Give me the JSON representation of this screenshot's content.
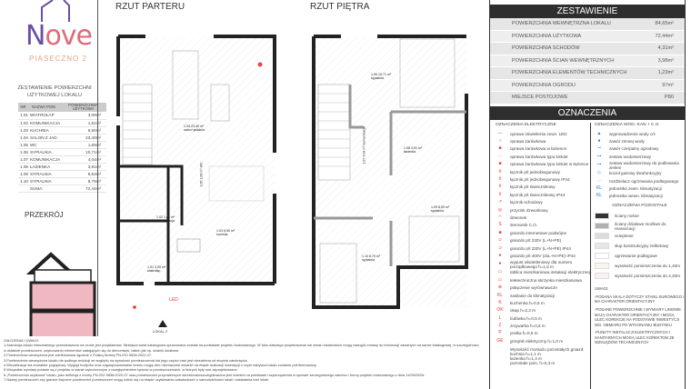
{
  "logo": {
    "brand": "Nove",
    "subtitle": "PIASECZNO 2"
  },
  "area_table": {
    "title": "ZESTAWIENIE POWIERZCHNI UŻYTKOWEJ LOKALU",
    "headers": [
      "NR",
      "NAZWA POM.",
      "POWIERZCHNIA UŻYTKOWA"
    ],
    "rows": [
      [
        "1.01",
        "WIATROŁAP",
        "3,09m²"
      ],
      [
        "1.02",
        "KOMUNIKACJA",
        "1,81m²"
      ],
      [
        "1.03",
        "KUCHNIA",
        "6,50m²"
      ],
      [
        "1.04",
        "SALON Z JAD.",
        "23,40m²"
      ],
      [
        "1.05",
        "WC",
        "1,69m²"
      ],
      [
        "1.06",
        "SYPIALNIA",
        "10,71m²"
      ],
      [
        "1.07",
        "KOMUNIKACJA",
        "4,04m²"
      ],
      [
        "1.08",
        "ŁAZIENKA",
        "3,91m²"
      ],
      [
        "1.09",
        "SYPIALNIA",
        "8,53m²"
      ],
      [
        "1.10",
        "SYPIALNIA",
        "8,79m²"
      ]
    ],
    "sum_label": "SUMA:",
    "sum_value": "72,44m²"
  },
  "section": {
    "title": "PRZEKRÓJ"
  },
  "ground_floor": {
    "title": "RZUT PARTERU",
    "entrance": "LOKAL 2",
    "led": "LED",
    "rooms": [
      {
        "label": "1.04 23,40 m²",
        "name": "salon+jadalnia"
      },
      {
        "label": "1.02 1,81 m²",
        "name": "komunikacja"
      },
      {
        "label": "1.03 6,50 m²",
        "name": "kuchnia"
      },
      {
        "label": "1.01 3,09 m²",
        "name": "wiatrołap"
      },
      {
        "label": "1.05 1,69 m²",
        "name": "WC"
      }
    ]
  },
  "upper_floor": {
    "title": "RZUT PIĘTRA",
    "rooms": [
      {
        "label": "1.06 10,71 m²",
        "name": "sypialnia"
      },
      {
        "label": "1.07 4,04 m²",
        "name": "komunikacja"
      },
      {
        "label": "1.08 3,91 m²",
        "name": "łazienka"
      },
      {
        "label": "1.09 8,53 m²",
        "name": "sypialnia"
      },
      {
        "label": "1.10 8,79 m²",
        "name": "sypialnia"
      }
    ]
  },
  "summary": {
    "title": "ZESTAWIENIE",
    "rows": [
      {
        "label": "POWIERZCHNIA WEWNĘTRZNA LOKALU",
        "value": "84,65m²"
      },
      {
        "label": "POWIERZCHNIA UŻYTKOWA",
        "value": "72,44m²"
      },
      {
        "label": "POWIERZCHNIA SCHODÓW",
        "value": "4,31m²"
      },
      {
        "label": "POWIERZCHNIA ŚCIAN WEWNĘTRZNYCH",
        "value": "3,98m²"
      },
      {
        "label": "POWIERZCHNIA ELEMENTÓW TECHNICZNYCH",
        "value": "1,23m²"
      },
      {
        "label": "POWIERZCHNIA OGRODU",
        "value": "97m²"
      },
      {
        "label": "MIEJSCE POSTOJOWE",
        "value": "P80"
      }
    ]
  },
  "legend": {
    "title": "OZNACZENIA",
    "electrical_title": "OZNACZENIA ELEKTRYCZNE",
    "electrical": [
      {
        "icon": "—",
        "text": "oprawa oświetlenia zewn. LED"
      },
      {
        "icon": "○",
        "text": "oprawa żarówkowa"
      },
      {
        "icon": "■",
        "text": "oprawa żarówkowa w łazience"
      },
      {
        "icon": "◌",
        "text": "oprawa żarówkowa typu kinkiet"
      },
      {
        "icon": "■",
        "text": "oprawa żarówkowa typu kinkiet w łazience"
      },
      {
        "icon": "ǒ",
        "text": "łącznik p/t jednobiegunowy"
      },
      {
        "icon": "ǒ",
        "text": "łącznik p/t jednobiegunowy IP44"
      },
      {
        "icon": "ö",
        "text": "łącznik p/t świecznikowy"
      },
      {
        "icon": "ö",
        "text": "łącznik p/t świecznikowy IP44"
      },
      {
        "icon": "↗",
        "text": "łącznik schodowy"
      },
      {
        "icon": "◎",
        "text": "przycisk dzwonkowy"
      },
      {
        "icon": "◠",
        "text": "dzwonek"
      },
      {
        "icon": "S",
        "text": "sterownik C.O."
      },
      {
        "icon": "■",
        "text": "gniazdo internetowe podwójne"
      },
      {
        "icon": "⊃",
        "text": "gniazdo p/t 230V (L+N+PE)"
      },
      {
        "icon": "⊃",
        "text": "gniazdo p/t 230V (L+N+PE) IP44"
      },
      {
        "icon": "●",
        "text": "gniazdo p/t 400V (3xL+N+PE) IP44"
      },
      {
        "icon": "●",
        "text": "wypust oświetleniowy dla numeru porządkowego h=1,6 m"
      },
      {
        "icon": "▭",
        "text": "tablica mieszkaniowa instalacji elektrycznej"
      },
      {
        "icon": "▭",
        "text": "teletechniczna skrzynka mieszkaniowa"
      },
      {
        "icon": "⊕",
        "text": "połączenie wyrównawcze"
      },
      {
        "icon": "KL",
        "text": "zasilanie do klimatyzacji"
      },
      {
        "icon": "K",
        "text": "kuchenka h=0,5 m"
      },
      {
        "icon": "OK",
        "text": "okap h=2,3 m"
      },
      {
        "icon": "L",
        "text": "lodówka h=0,5 m"
      },
      {
        "icon": "Z",
        "text": "zmywarka h=0,5 m"
      },
      {
        "icon": "P",
        "text": "pralka h=0,6 m"
      },
      {
        "icon": "GE",
        "text": "grzejnik elektryczny h=1,0 m"
      }
    ],
    "mounting_heights": [
      "Wysokość montażu pozostałych gniazd:",
      "kuchnia h=1,1 m",
      "łazienka h=1,4 m",
      "pozostałe pom. h=0,3 m"
    ],
    "water_title": "OZNACZENIA WOD.-KAN. I C.O.",
    "water": [
      {
        "icon": "▲",
        "text": "wyprowadzenie wody c/z"
      },
      {
        "icon": "●",
        "text": "zawór zimnej wody"
      },
      {
        "icon": "⊸",
        "text": "zawór czerpalny ogrodowy"
      },
      {
        "icon": "⊶",
        "text": "zestaw wodomierzowy"
      },
      {
        "icon": "⊶",
        "text": "zestaw wodomierzowy do podlewania zieleni"
      },
      {
        "icon": "◇",
        "text": "kocioł gazowy dwufunkcyjny"
      },
      {
        "icon": "⋯",
        "text": "rozdzielacz ogrzewania podłogowego"
      },
      {
        "icon": "KL",
        "text": "jednostka zewn. klimatyzacji"
      },
      {
        "icon": "KL",
        "text": "jednostka wewn. klimatyzacji"
      }
    ],
    "other_title": "OZNACZENIA POZOSTAŁE",
    "other": [
      {
        "color": "#333333",
        "text": "ściany nośne"
      },
      {
        "color": "#b0b0b0",
        "text": "ściany działowe możliwe do rearanżacji"
      },
      {
        "color": "#dcdcdc",
        "text": "ocieplenie"
      },
      {
        "color": "#e6e6e6",
        "text": "słup konstrukcyjny żelbetowy"
      },
      {
        "color": "#ffffff",
        "text": "ogrzewanie podłogowe"
      },
      {
        "color": "#fbf6ec",
        "text": "wysokość pomieszczenia do 1,40m"
      },
      {
        "color": "#fbeff0",
        "text": "wysokość pomieszczenia do 2,20m"
      }
    ],
    "remarks": [
      "UWAGI:",
      "-PODANA SKALA DOTYCZY STANU SUROWEGO I MA CHARAKTER ORIENTACYJNY",
      "-PODANE POWIERZCHNIE I WYMIARY LINIOWE MAJĄ CHARAKTER ORIENTACYJNY I MOGĄ ULEC KOREKCIE NA PODSTAWIE INWESTYCJI WG. OBMIARU PO WYKONANIU BUDYNKU",
      "-PUNKTY INSTALACJI ELEKTRYCZNYCH I SANITARNYCH MOGĄ ULEC KOREKTOM ZE WZGLĘDÓW TECHNICZNYCH"
    ]
  },
  "notes": {
    "title": "ZAŁOŻENIA I UWAGI:",
    "items": [
      "1.Aranżacja lokalu mieszkalnego przedstawiona na rzucie jest przykładowa. Niniejsza karta katalogowa opracowana została na podstawie projektu budowlanego. W toku dalszego projektowania lub zmian lokatorskich mogą nastąpić zmiany do informacji zawartych na karcie katalogowej, w szczególności w układzie pomieszczeń, usytuowaniu elementów nadających się do demontażu, takich jak np. ścianki działowe.",
      "2.Powierzchnia wewnętrzna jest zdefiniowana zgodnie z Polską Normą PN-ISO 9836:2022-07.",
      "3.Powierzchnia wewnętrzna lokalu nie podlega redukcji ze względu na wysokość pomieszczenia lub jego części oraz jest niezależna od stopnia zamknięcia.",
      "4.Wizualizacja ma charakter poglądowy. Wygląd budynku oraz zagospodarowanie terenu mogą ulec nieznacznie zmianie na etapie realizacji inwestycji o czym nabywca lokalu zostanie poinformowany.",
      "5.Wszystkie wymiary podane są z projektu w stanie wykończonym z uwzględnieniem tynków w pomieszczeniach, w których były one zaprojektowane.",
      "6.„Powierzchnia użytkowa” lokalu, jako definicja z normy PN-ISO 9836:2022-07 oraz pomieszczeń przynależnych określona/uszczegółowiona jest również na podstawie rozporządzenia w sprawie szczegółowego zakresu i formy projektu budowlanego z dnia 11/09/2020r.",
      "7.Nazwy pomieszczeń czy granice fizyczne powierzchni pomieszczeń mogą różnić się na etapie uzyskiwania zaświadczeń o samodzielności lokali i zakładania kart lokali."
    ]
  }
}
